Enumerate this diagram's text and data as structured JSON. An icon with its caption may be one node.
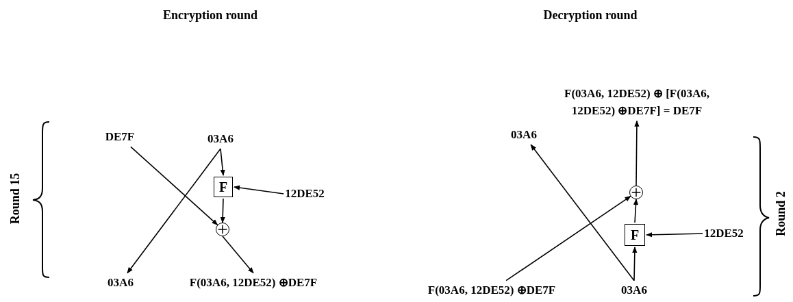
{
  "diagram": {
    "nodes": [
      {
        "text": [
          "DE7F"
        ]
      },
      {
        "text": [
          "03A6"
        ]
      },
      {
        "text": [
          "F"
        ]
      },
      {
        "text": [
          "12DE52"
        ]
      },
      {
        "text": [],
        "shape": "circle"
      },
      {
        "text": [
          "03A6"
        ]
      },
      {
        "text": [
          "F(03A6, 12DE52) ⊕DE7F"
        ]
      },
      {
        "text": [
          "F(03A6, 12DE52) ⊕ [F(03A6, 12DE52) ⊕DE7F] = DE7F"
        ]
      },
      {
        "text": [
          "03A6"
        ]
      },
      {
        "text": [],
        "shape": "circle"
      },
      {
        "text": [
          "F"
        ]
      },
      {
        "text": [
          "12DE52"
        ]
      },
      {
        "text": [
          "F(03A6, 12DE52) ⊕DE7F"
        ]
      },
      {
        "text": [
          "03A6"
        ]
      }
    ],
    "edges": [
      {
        "from": 1,
        "to": 2,
        "arrow": "to"
      },
      {
        "from": 2,
        "to": 4,
        "arrow": "to"
      },
      {
        "from": 4,
        "to": 6,
        "arrow": "to"
      },
      {
        "from": 3,
        "to": 2,
        "arrow": "to"
      },
      {
        "from": 0,
        "to": 4,
        "arrow": "to"
      },
      {
        "from": 1,
        "to": 5,
        "arrow": "to"
      },
      {
        "from": 13,
        "to": 10,
        "arrow": "to"
      },
      {
        "from": 10,
        "to": 9,
        "arrow": "to"
      },
      {
        "from": 9,
        "to": 7,
        "arrow": "to"
      },
      {
        "from": 11,
        "to": 10,
        "arrow": "to"
      },
      {
        "from": 12,
        "to": 9,
        "arrow": "to"
      },
      {
        "from": 13,
        "to": 8,
        "arrow": "to"
      }
    ],
    "labels": [
      "Encryption round",
      "Decryption round",
      "Round 15",
      "Round 2"
    ]
  }
}
